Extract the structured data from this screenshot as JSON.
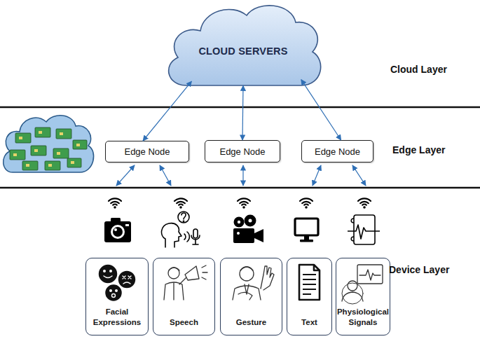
{
  "diagram": {
    "nodes": [
      {
        "text": [
          "CLOUD SERVERS"
        ]
      },
      {
        "text": [
          "Edge Node"
        ]
      },
      {
        "text": [
          "Edge Node"
        ]
      },
      {
        "text": [
          "Edge Node"
        ]
      },
      {
        "text": [
          "Facial Expressions"
        ]
      },
      {
        "text": [
          "Speech"
        ]
      },
      {
        "text": [
          "Gesture"
        ]
      },
      {
        "text": [
          "Text"
        ]
      },
      {
        "text": [
          "Physiological Signals"
        ]
      }
    ],
    "edges": [
      {
        "from": 0,
        "to": 1,
        "arrow": "both"
      },
      {
        "from": 0,
        "to": 2,
        "arrow": "both"
      },
      {
        "from": 0,
        "to": 3,
        "arrow": "both"
      }
    ],
    "labels": [
      "Cloud Layer",
      "Edge Layer",
      "Device Layer"
    ]
  }
}
